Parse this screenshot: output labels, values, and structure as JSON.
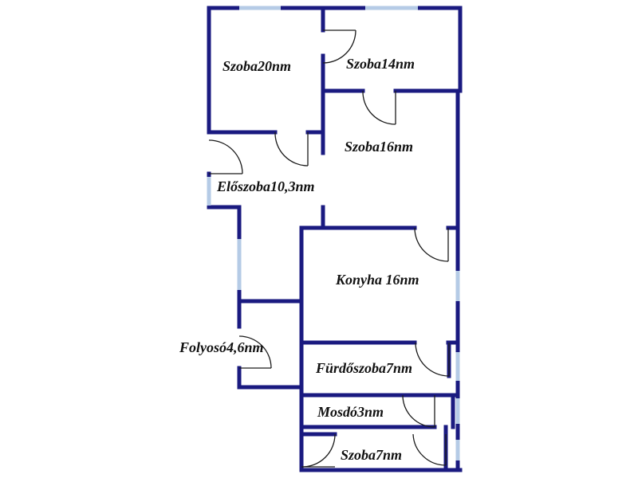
{
  "rooms": [
    {
      "key": "szoba20",
      "label": "Szoba20nm"
    },
    {
      "key": "szoba14",
      "label": "Szoba14nm"
    },
    {
      "key": "szoba16",
      "label": "Szoba16nm"
    },
    {
      "key": "eloszoba",
      "label": "Előszoba10,3nm"
    },
    {
      "key": "konyha",
      "label": "Konyha 16nm"
    },
    {
      "key": "folyoso",
      "label": "Folyosó4,6nm"
    },
    {
      "key": "furdoszoba",
      "label": "Fürdőszoba7nm"
    },
    {
      "key": "mosdo",
      "label": "Mosdó3nm"
    },
    {
      "key": "szoba7",
      "label": "Szoba7nm"
    }
  ],
  "colors": {
    "wall": "#1a1a80",
    "window": "#b5cbe6",
    "door": "#1a1a1a",
    "text": "#111111",
    "background": "#ffffff"
  }
}
